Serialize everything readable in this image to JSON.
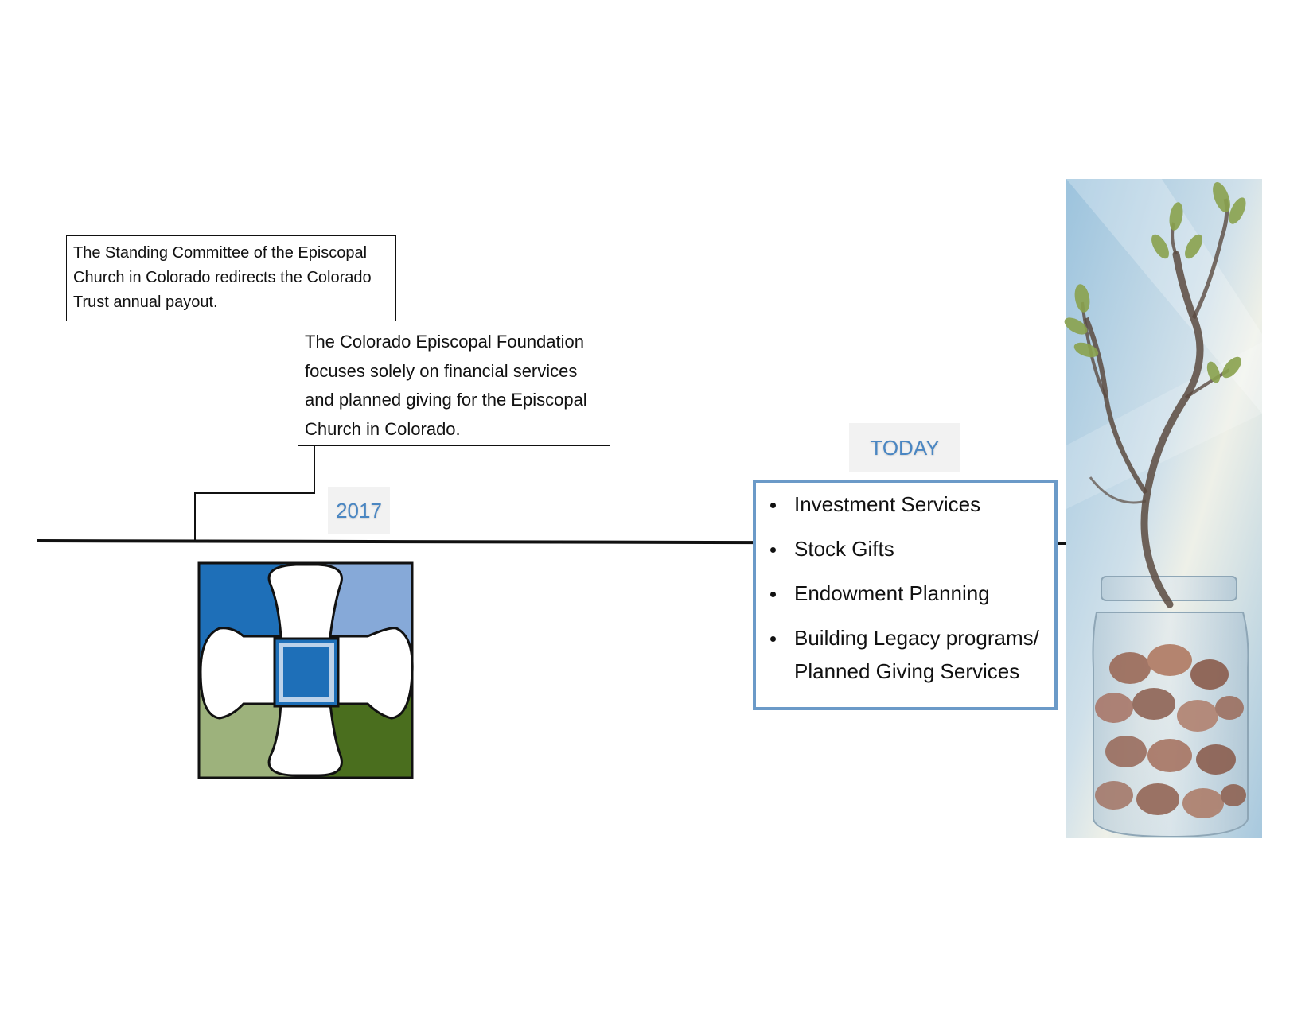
{
  "timeline": {
    "notes": [
      {
        "id": "standing-committee",
        "text": "The Standing Committee of the Episcopal Church in Colorado redirects the Colorado Trust annual payout."
      },
      {
        "id": "foundation-focus",
        "text": "The Colorado Episcopal Foundation focuses solely on financial services and planned giving for the Episcopal Church in Colorado."
      }
    ],
    "milestones": [
      {
        "label": "2017"
      },
      {
        "label": "TODAY"
      }
    ]
  },
  "services": [
    "Investment Services",
    "Stock Gifts",
    "Endowment Planning",
    "Building Legacy programs/ Planned Giving Services"
  ],
  "logo": {
    "name": "episcopal-cross-logo"
  },
  "colors": {
    "accent_blue": "#4a86c2",
    "box_border": "#6b9ac8",
    "logo_dark_blue": "#1e6fb8",
    "logo_light_blue": "#86a9d8",
    "logo_light_green": "#9db27c",
    "logo_dark_green": "#4a6e1e"
  }
}
